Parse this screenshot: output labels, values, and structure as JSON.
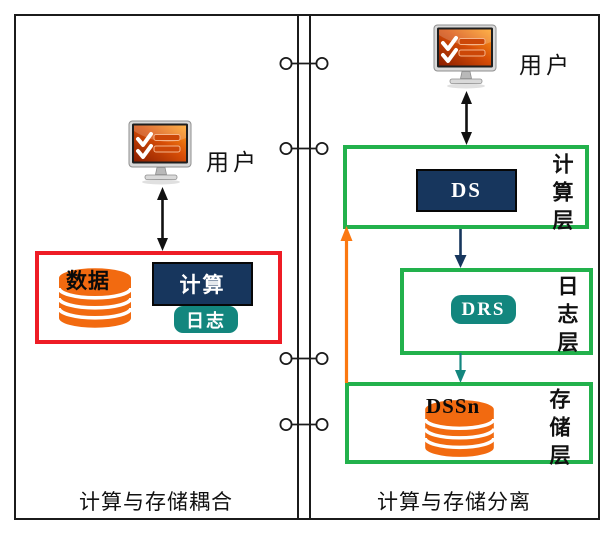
{
  "colors": {
    "red": "#EE1C25",
    "green": "#22B14C",
    "navy": "#17365D",
    "teal": "#13867E",
    "orange": "#F26A10",
    "orange_arrow": "#FB7811"
  },
  "left": {
    "user_label": "用户",
    "data_label": "数据",
    "compute_label": "计算",
    "log_label": "日志",
    "caption": "计算与存储耦合"
  },
  "right": {
    "user_label": "用户",
    "compute_node": "DS",
    "compute_layer_label": "计算层",
    "log_node": "DRS",
    "log_layer_label": "日志层",
    "storage_node": "DSSn",
    "storage_layer_label": "存储层",
    "caption": "计算与存储分离"
  }
}
